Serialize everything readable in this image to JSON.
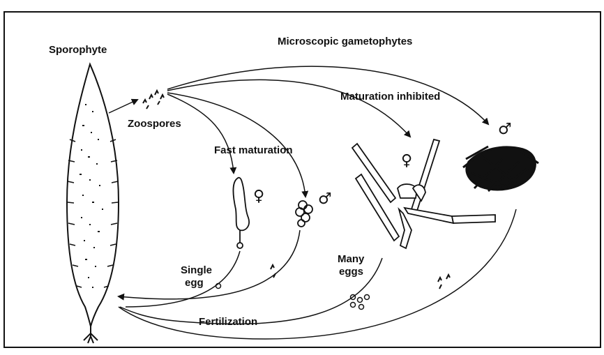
{
  "labels": {
    "sporophyte": "Sporophyte",
    "microscopic_gametophytes": "Microscopic gametophytes",
    "zoospores": "Zoospores",
    "maturation_inhibited": "Maturation inhibited",
    "fast_maturation": "Fast maturation",
    "single_egg_line1": "Single",
    "single_egg_line2": "egg",
    "many_eggs_line1": "Many",
    "many_eggs_line2": "eggs",
    "fertilization": "Fertilization"
  },
  "symbols": {
    "female": "♀",
    "male": "♂"
  },
  "colors": {
    "ink": "#111111",
    "background": "#ffffff"
  }
}
